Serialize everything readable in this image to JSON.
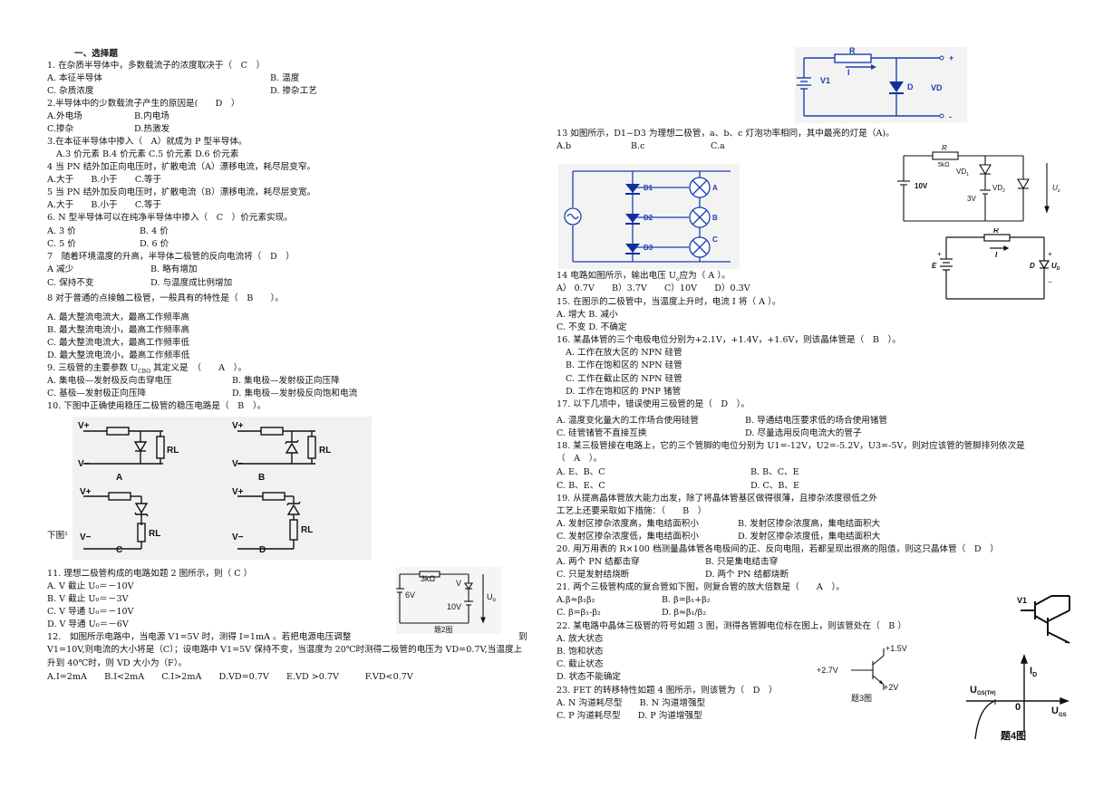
{
  "left": {
    "section_title": "一、选择题",
    "lines": [
      "1. 在杂质半导体中，多数载流子的浓度取决于（　C　）",
      "A. 本征半导体",
      "B. 温度",
      "C. 杂质浓度",
      "D. 掺杂工艺",
      "2.半导体中的少数载流子产生的原因是(　　D　）",
      "A.外电场",
      "B.内电场",
      "C.掺杂",
      "D.热激发",
      "3.在本征半导体中掺入（　A）就成为 P 型半导体。",
      "A.3 价元素 B.4 价元素 C.5 价元素 D.6 价元素",
      "4 当 PN 结外加正向电压时，扩散电流（A）漂移电流，耗尽层变窄。",
      "A.大于　　B.小于　　C.等于",
      "5 当 PN 结外加反向电压时，扩散电流（B）漂移电流，耗尽层变宽。",
      "A.大于　　B.小于　　C.等于",
      "6. N 型半导体可以在纯净半导体中掺入（　C　）价元素实现。",
      "A. 3 价",
      "B. 4 价",
      "C. 5 价",
      "D. 6 价",
      "7　随着环境温度的升高，半导体二极管的反向电流将（　D　）",
      "A 减少",
      "B. 略有增加",
      "C. 保持不变",
      "D. 与温度成比例增加",
      "8 对于普通的点接触二极管，一般具有的特性是（　B　　）。",
      "A. 最大整流电流大，最高工作频率高",
      "B. 最大整流电流小，最高工作频率高",
      "C. 最大整流电流大，最高工作频率低",
      "D. 最大整流电流小，最高工作频率低",
      "9. 三极管的主要参数 U",
      "CBO",
      " 其定义是　（　　A　）。",
      "A. 集电极—发射极反向击穿电压",
      "B. 集电极—发射极正向压降",
      "C. 基极—发射极正向压降",
      "D. 集电极—发射极反向饱和电流",
      "10. 下图中正确使用稳压二极管的稳压电路是（　B　）。",
      "下图¹",
      "11. 理想二极管构成的电路如题 2 图所示，则（ C ）",
      "A. V 截止 U₀＝－10V",
      "B. V 截止 U₀＝－3V",
      "C. V 导通 U₀＝－10V",
      "D. V 导通 U₀＝－6V",
      "12.　如图所示电路中，当电源 V1=5V 时，测得 I=1mA 。若把电源电压调整",
      "到",
      "V1=10V,则电流的大小将是（C）；设电路中 V1=5V 保持不变，当温度为 20℃时测得二极管的电压为 VD=0.7V,当温度上",
      "升到 40℃时，则 VD 大小为（F）。",
      "A.I=2mA　　B.I<2mA　　C.I>2mA　　D.VD=0.7V　　E.VD >0.7V　　　F.VD<0.7V"
    ],
    "fig10": {
      "vplus": "V+",
      "vminus": "V−",
      "rl": "RL",
      "labels": [
        "A",
        "B",
        "C",
        "D"
      ]
    },
    "fig2": {
      "res": "3kΩ",
      "bat": "6V",
      "v": "V",
      "v10": "10V",
      "u0": "U",
      "u0sub": "o",
      "caption": "题2图"
    }
  },
  "right": {
    "lines": [
      "13 如图所示，D1~D3 为理想二极管，a、b、c 灯泡功率相同，其中最亮的灯是（A)。",
      "A.b",
      "B.c",
      "C.a",
      "14 电路如图所示，输出电压 U",
      "o",
      "应为（ A ）。",
      "A） 0.7V　　B）3.7V　　C）10V　　D）0.3V",
      "15. 在图示的二极管中，当温度上升时，电流 I 将（ A ）。",
      "A. 增大 B. 减小",
      "C. 不变 D. 不确定",
      "16. 某晶体管的三个电极电位分别为+2.1V，+1.4V，+1.6V，则该晶体管是（　B　）。",
      "A. 工作在放大区的 NPN 硅管",
      "B. 工作在饱和区的 NPN 硅管",
      "C. 工作在截止区的 NPN 硅管",
      "D. 工作在饱和区的 PNP 锗管",
      "17. 以下几项中，错误使用三极管的是（　D　）。",
      "A. 温度变化量大的工作场合使用硅管",
      "B. 导通结电压要求低的场合使用锗管",
      "C. 硅管锗管不直接互换",
      "D. 尽量选用反向电流大的管子",
      "18. 某三极管接在电路上，它的三个管脚的电位分别为 U1=-12V，U2=-5.2V，U3=-5V，则对应该管的管脚排列依次是",
      "（　A　）。",
      "A. E、B、C",
      "B. B、C、E",
      "C. B、E、C",
      "D. C、B、E",
      "19. 从提高晶体管放大能力出发，除了将晶体管基区做得很薄，且掺杂浓度很低之外",
      "工艺上还要采取如下措施：（　　B　）",
      "A. 发射区掺杂浓度高，集电结面积小",
      "B. 发射区掺杂浓度高，集电结面积大",
      "C. 发射区掺杂浓度低，集电结面积小",
      "D. 发射区掺杂浓度低，集电结面积大",
      "20. 用万用表的 R×100 档测量晶体管各电极间的正、反向电阻，若都呈现出很高的阻值，则这只晶体管（　D　）",
      "A. 两个 PN 结都击穿",
      "B. 只是集电结击穿",
      "C. 只是发射结烧断",
      "D. 两个 PN 结都烧断",
      "21. 两个三极管构成的复合管如下图，则复合管的放大倍数是（　　A　）。",
      "A.β≈β₁β₂",
      "B. β=β₁+β₂",
      "C. β=β₁-β₂",
      "D. β≈β₁/β₂",
      "22. 某电路中晶体三极管的符号如题 3 图，测得各管脚电位标在图上，则该管处在（　B ）",
      "A. 放大状态",
      "B. 饱和状态",
      "C. 截止状态",
      "D. 状态不能确定",
      "23. FET 的转移特性如题 4 图所示，则该管为（　D　）",
      "A. N 沟道耗尽型　　B. N 沟道增强型",
      "C. P 沟道耗尽型　　D. P 沟道增强型"
    ],
    "fig12": {
      "r": "R",
      "i": "I",
      "v1": "V1",
      "d": "D",
      "vd": "VD",
      "plus": "+",
      "minus": "-"
    },
    "fig13": {
      "labels": [
        "D1",
        "D2",
        "D3",
        "A",
        "B",
        "C"
      ]
    },
    "fig14": {
      "r": "R",
      "r_val": "5kΩ",
      "vd1": "VD",
      "vd1sub": "1",
      "vd2": "VD",
      "vd2sub": "2",
      "v10": "10V",
      "v3": "3V",
      "uo": "U",
      "uosub": "o"
    },
    "fig15": {
      "r": "R",
      "i": "I",
      "e": "E",
      "d": "D",
      "ud": "U",
      "udsub": "D"
    },
    "fig21": {
      "label": "V1"
    },
    "fig3": {
      "v1": "+1.5V",
      "v2": "+2.7V",
      "v3": "+2V",
      "caption": "题3图"
    },
    "fig4": {
      "id": "I",
      "idsub": "D",
      "ugsth": "U",
      "ugsthsub": "GS(TH)",
      "zero": "0",
      "ugs": "U",
      "ugssub": "GS",
      "caption": "题4图"
    }
  },
  "colors": {
    "fig_bg": "#efefef",
    "wire": "#1a3fb0",
    "diode": "#1030a0",
    "text": "#111111"
  }
}
